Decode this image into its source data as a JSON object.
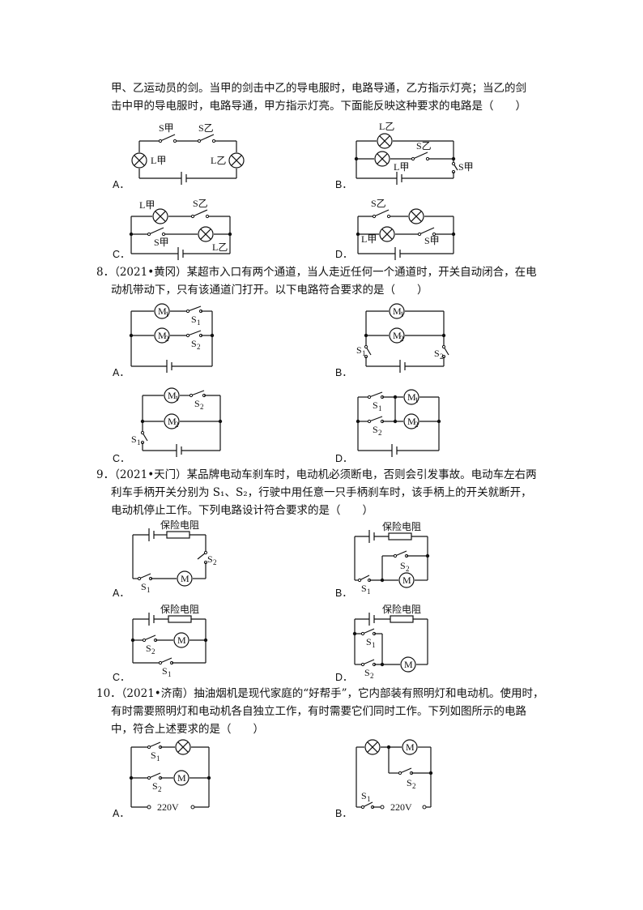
{
  "q7": {
    "line1": "甲、乙运动员的剑。当甲的剑击中乙的导电服时，电路导通，乙方指示灯亮；当乙的剑",
    "line2": "击中甲的导电服时，电路导通，甲方指示灯亮。下面能反映这种要求的电路是（　　）"
  },
  "q8": {
    "line1": "8．（2021•黄冈）某超市入口有两个通道，当人走近任何一个通道时，开关自动闭合，在电",
    "line2": "动机带动下，只有该通道门打开。以下电路符合要求的是（　　）"
  },
  "q9": {
    "line1": "9．（2021•天门）某品牌电动车刹车时，电动机必须断电，否则会引发事故。电动车左右两",
    "line2": "利车手柄开关分别为 S₁、S₂，行驶中用任意一只手柄刹车时，该手柄上的开关就断开，",
    "line3": "电动机停止工作。下列电路设计符合要求的是（　　）"
  },
  "q10": {
    "line1": "10．（2021•济南）抽油烟机是现代家庭的“好帮手”，它内部装有照明灯和电动机。使用时，",
    "line2": "有时需要照明灯和电动机各自独立工作，有时需要它们同时工作。下列如图所示的电路",
    "line3": "中，符合上述要求的是（　　）"
  },
  "options": {
    "a": "A．",
    "b": "B．",
    "c": "C．",
    "d": "D．"
  },
  "labels": {
    "s_jia": "S甲",
    "s_yi": "S乙",
    "l_jia": "L甲",
    "l_yi": "L乙",
    "m": "M",
    "s": "S",
    "sub1": "1",
    "sub2": "2",
    "resistor": "保险电阻",
    "voltage": "220V"
  }
}
